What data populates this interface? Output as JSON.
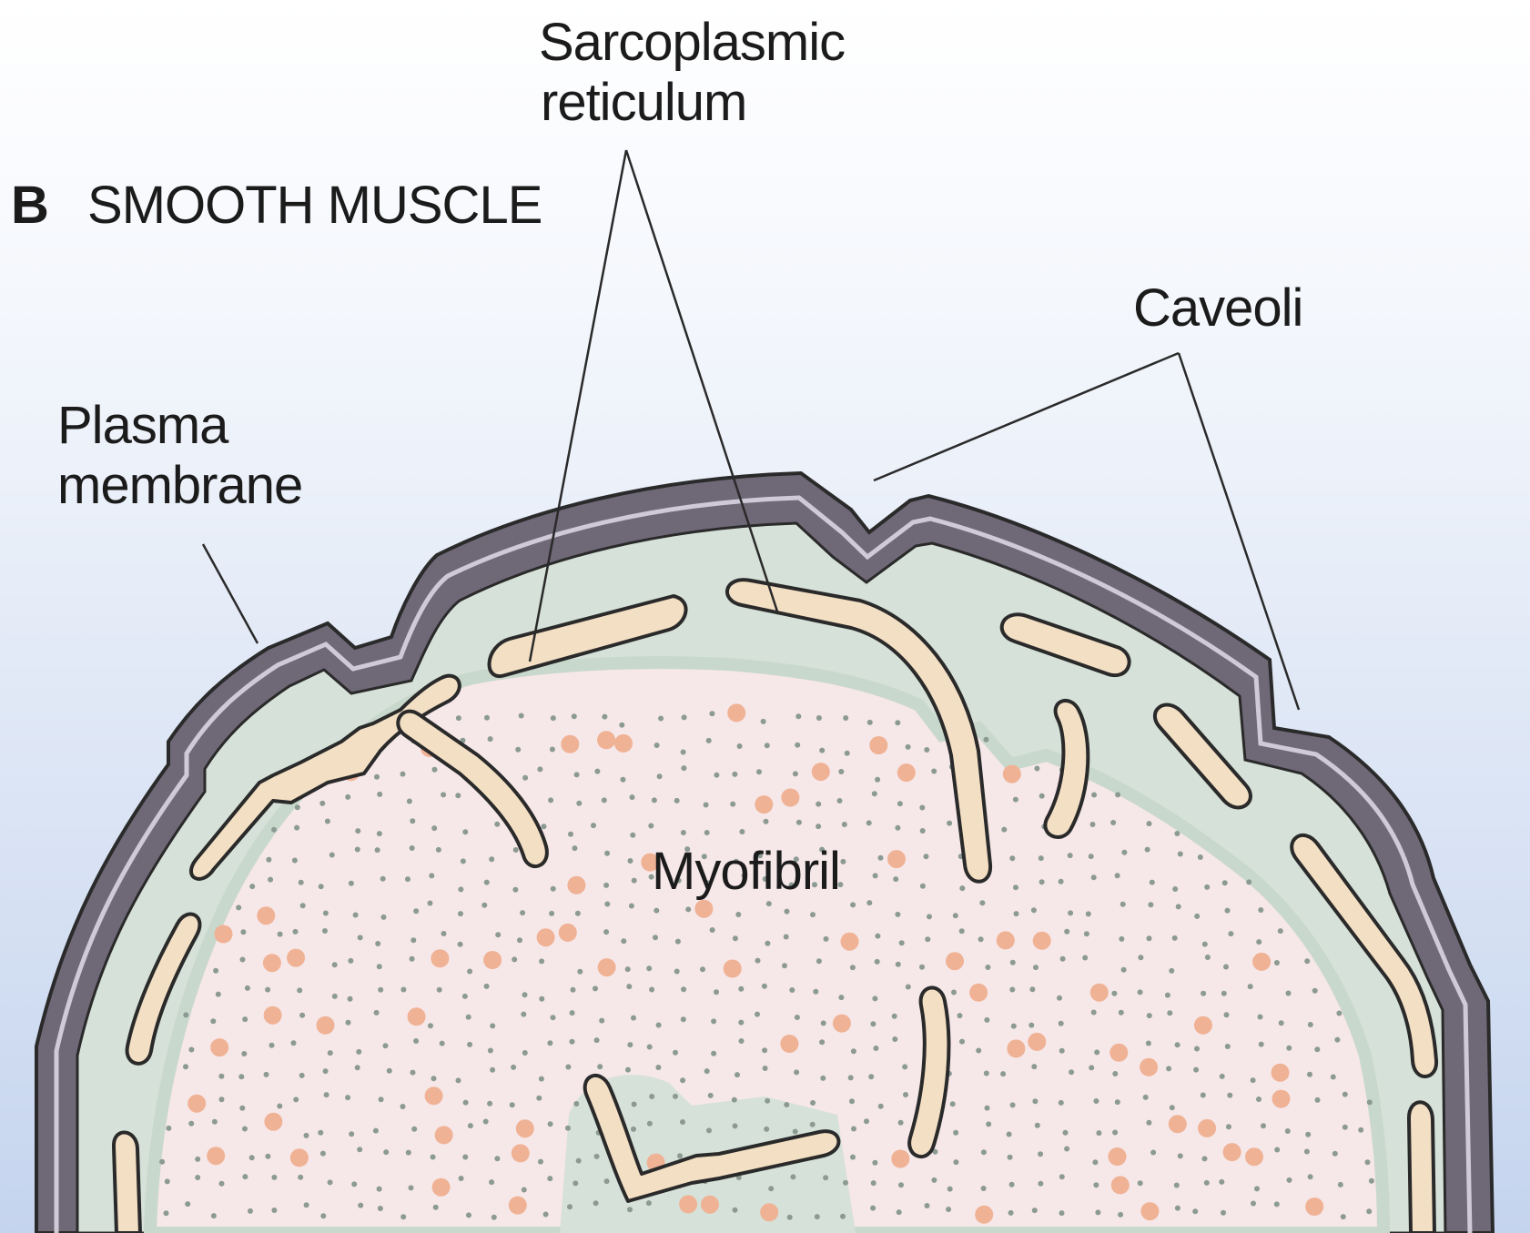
{
  "panel": {
    "letter": "B",
    "title": "SMOOTH MUSCLE"
  },
  "labels": {
    "sarcoplasmic_reticulum": [
      "Sarcoplasmic",
      "reticulum"
    ],
    "caveoli": "Caveoli",
    "plasma_membrane": [
      "Plasma",
      "membrane"
    ],
    "myofibril": "Myofibril"
  },
  "colors": {
    "background_top": "#ffffff",
    "background_bottom": "#c7d6ee",
    "membrane": "#7a7282",
    "membrane_highlight": "#cfcad8",
    "cytoplasm_rim": "#d9e3dc",
    "myofibril_fill": "#f6e8ea",
    "sr_tubule": "#f3dfc4",
    "outline": "#2a2a2a",
    "dot_grey": "#8b9a92",
    "dot_orange": "#f0b294"
  }
}
